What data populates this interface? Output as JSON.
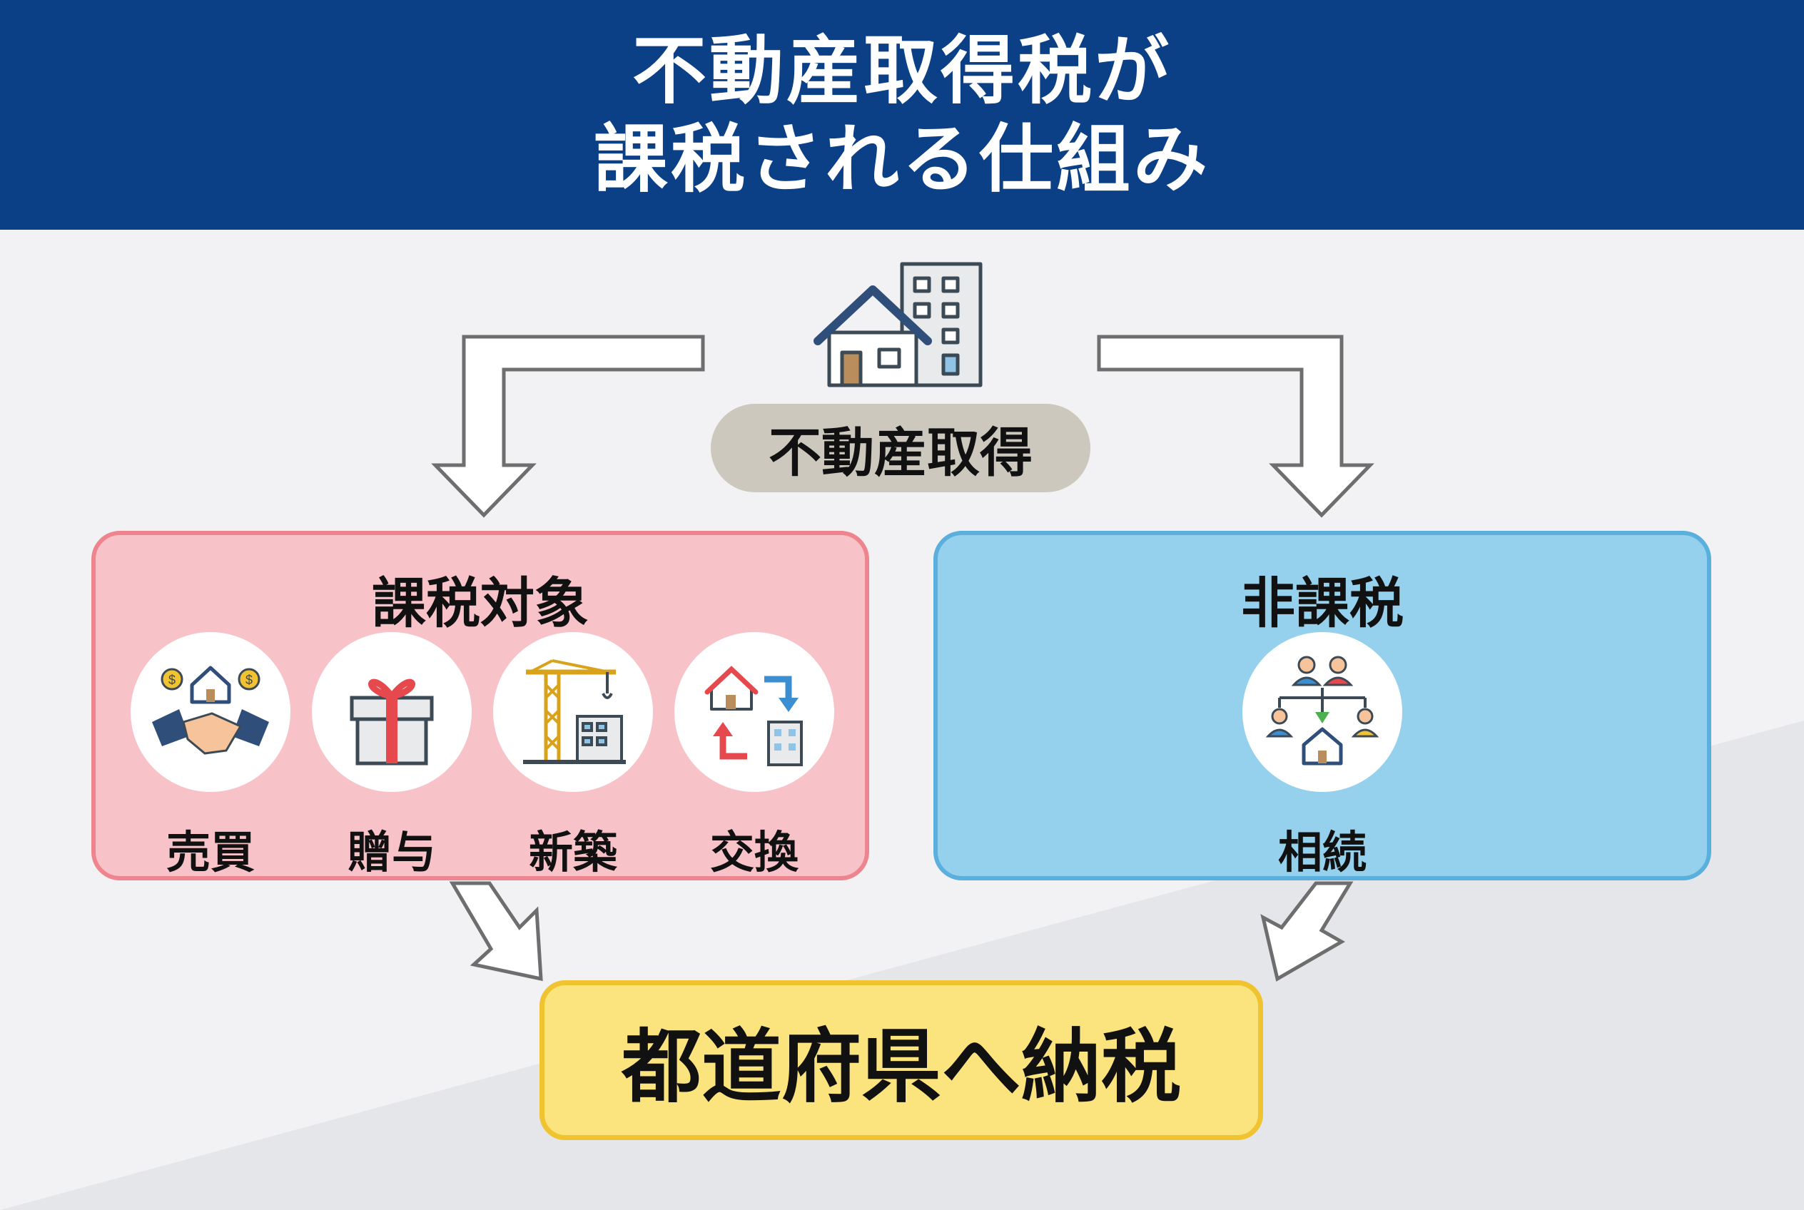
{
  "header": {
    "title_line1": "不動産取得税が",
    "title_line2": "課税される仕組み"
  },
  "source": {
    "label": "不動産取得",
    "icon": "house-and-building-icon"
  },
  "taxable": {
    "title": "課税対象",
    "items": [
      {
        "label": "売買",
        "icon": "handshake-icon"
      },
      {
        "label": "贈与",
        "icon": "gift-icon"
      },
      {
        "label": "新築",
        "icon": "construction-crane-icon"
      },
      {
        "label": "交換",
        "icon": "exchange-icon"
      }
    ]
  },
  "nontaxable": {
    "title": "非課税",
    "items": [
      {
        "label": "相続",
        "icon": "inheritance-icon"
      }
    ]
  },
  "result": {
    "label": "都道府県へ納税"
  },
  "colors": {
    "header": "#0b3f86",
    "taxable_fill": "#f8c3c8",
    "taxable_border": "#ee848d",
    "nontaxable_fill": "#95d1ec",
    "nontaxable_border": "#5aafdd",
    "result_fill": "#fbe47d",
    "result_border": "#f0c330",
    "pill_fill": "#cdc8be"
  }
}
